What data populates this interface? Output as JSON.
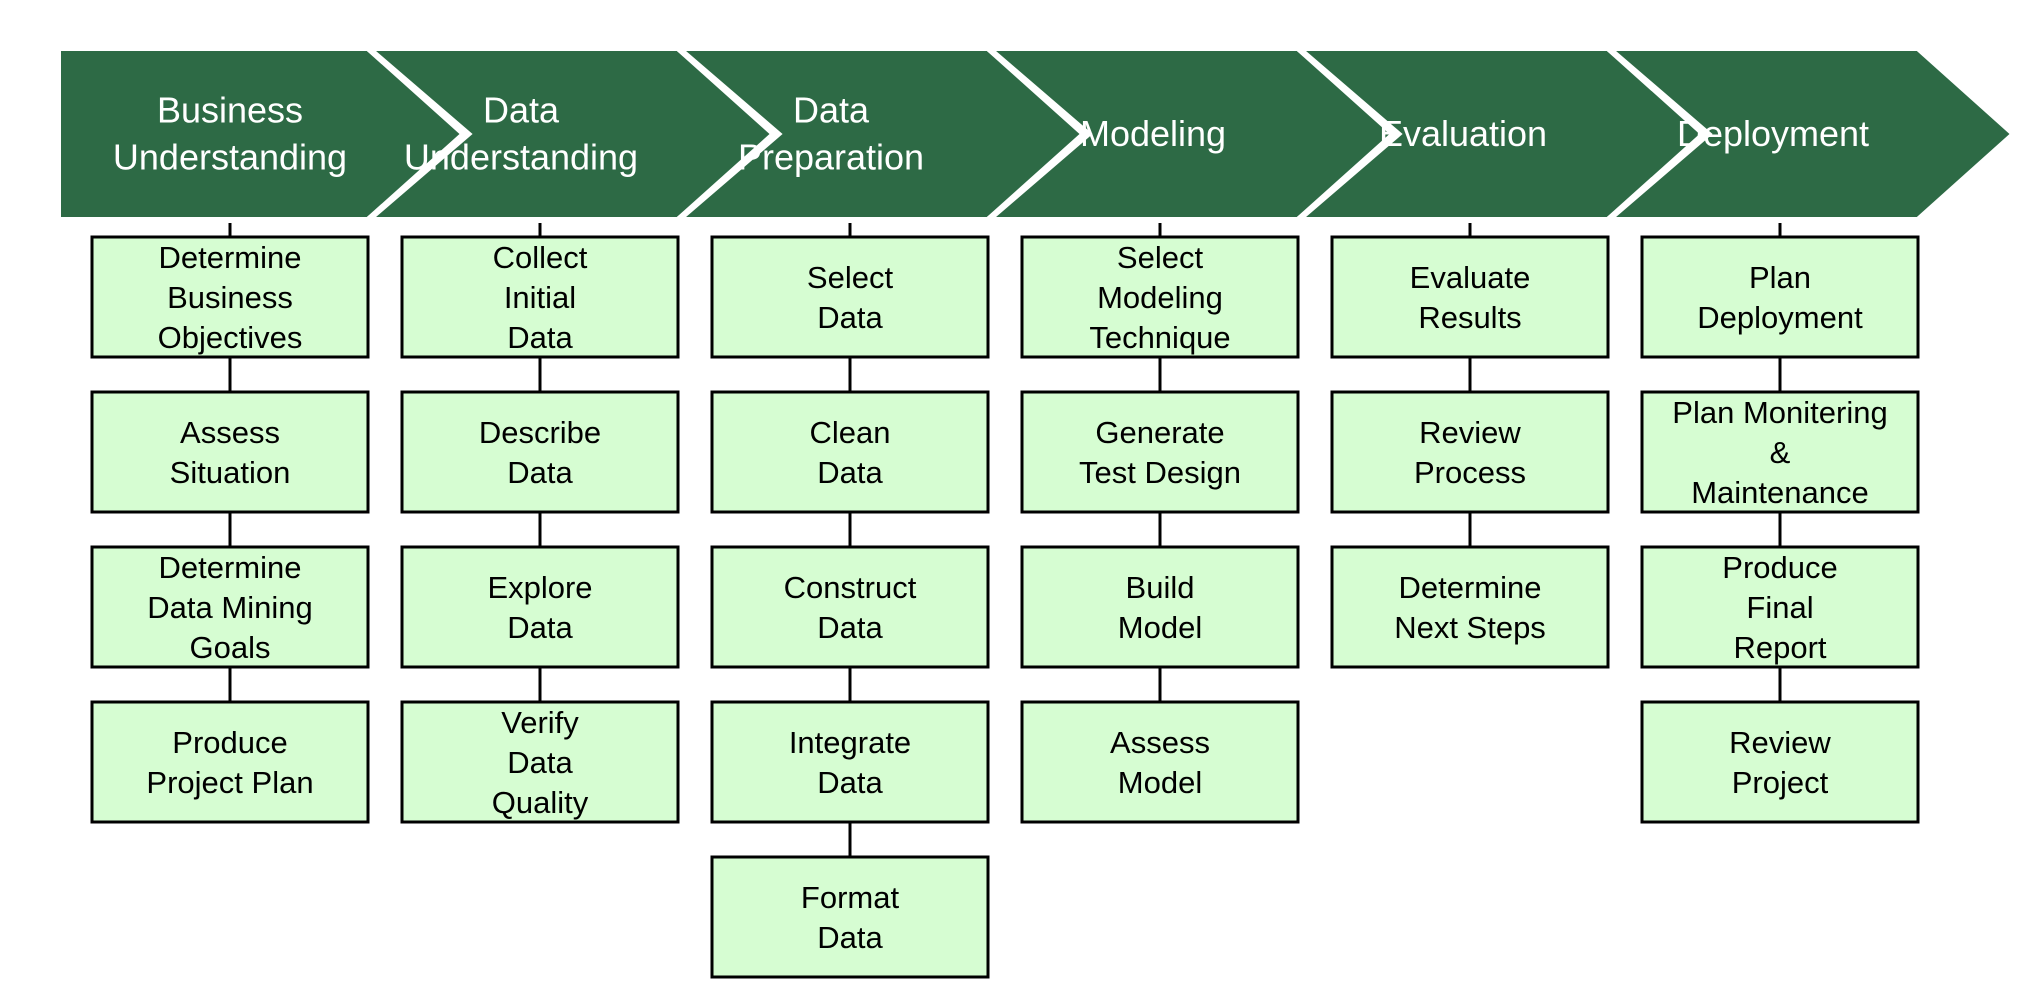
{
  "colors": {
    "phase_fill": "#2d6a45",
    "phase_text": "#ffffff",
    "task_fill": "#d6fdd2",
    "task_border": "#000000",
    "connector": "#000000"
  },
  "phases": [
    {
      "label_lines": [
        "Business",
        "Understanding"
      ],
      "tasks": [
        [
          "Determine",
          "Business",
          "Objectives"
        ],
        [
          "Assess",
          "Situation"
        ],
        [
          "Determine",
          "Data Mining",
          "Goals"
        ],
        [
          "Produce",
          "Project Plan"
        ]
      ]
    },
    {
      "label_lines": [
        "Data",
        "Understanding"
      ],
      "tasks": [
        [
          "Collect",
          "Initial",
          "Data"
        ],
        [
          "Describe",
          "Data"
        ],
        [
          "Explore",
          "Data"
        ],
        [
          "Verify",
          "Data",
          "Quality"
        ]
      ]
    },
    {
      "label_lines": [
        "Data",
        "Preparation"
      ],
      "tasks": [
        [
          "Select",
          "Data"
        ],
        [
          "Clean",
          "Data"
        ],
        [
          "Construct",
          "Data"
        ],
        [
          "Integrate",
          "Data"
        ],
        [
          "Format",
          "Data"
        ]
      ]
    },
    {
      "label_lines": [
        "Modeling"
      ],
      "tasks": [
        [
          "Select",
          "Modeling",
          "Technique"
        ],
        [
          "Generate",
          "Test Design"
        ],
        [
          "Build",
          "Model"
        ],
        [
          "Assess",
          "Model"
        ]
      ]
    },
    {
      "label_lines": [
        "Evaluation"
      ],
      "tasks": [
        [
          "Evaluate",
          "Results"
        ],
        [
          "Review",
          "Process"
        ],
        [
          "Determine",
          "Next Steps"
        ]
      ]
    },
    {
      "label_lines": [
        "Deployment"
      ],
      "tasks": [
        [
          "Plan",
          "Deployment"
        ],
        [
          "Plan Monitering",
          "&",
          "Maintenance"
        ],
        [
          "Produce",
          "Final",
          "Report"
        ],
        [
          "Review",
          "Project"
        ]
      ]
    }
  ]
}
